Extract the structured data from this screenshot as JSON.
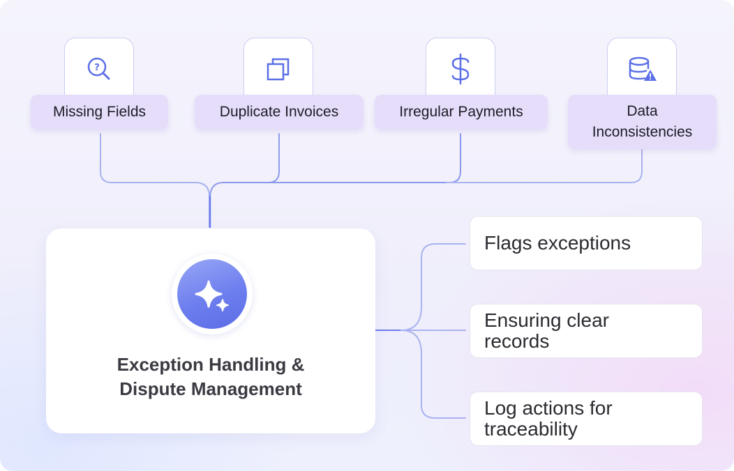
{
  "categories": [
    {
      "label": "Missing Fields",
      "icon": "search-question-icon"
    },
    {
      "label": "Duplicate Invoices",
      "icon": "duplicate-icon"
    },
    {
      "label": "Irregular Payments",
      "icon": "dollar-icon"
    },
    {
      "label": "Data Inconsistencies",
      "icon": "database-warning-icon"
    }
  ],
  "hub": {
    "title_line1": "Exception Handling &",
    "title_line2": "Dispute Management",
    "icon": "sparkle-icon"
  },
  "outcomes": [
    {
      "label": "Flags exceptions"
    },
    {
      "label": "Ensuring clear records"
    },
    {
      "label": "Log actions for traceability"
    }
  ],
  "colors": {
    "accent": "#6b7cee",
    "connector": "#a9b3ef",
    "pill_bg": "#e6ddfb",
    "icon": "#5b6fe6"
  }
}
